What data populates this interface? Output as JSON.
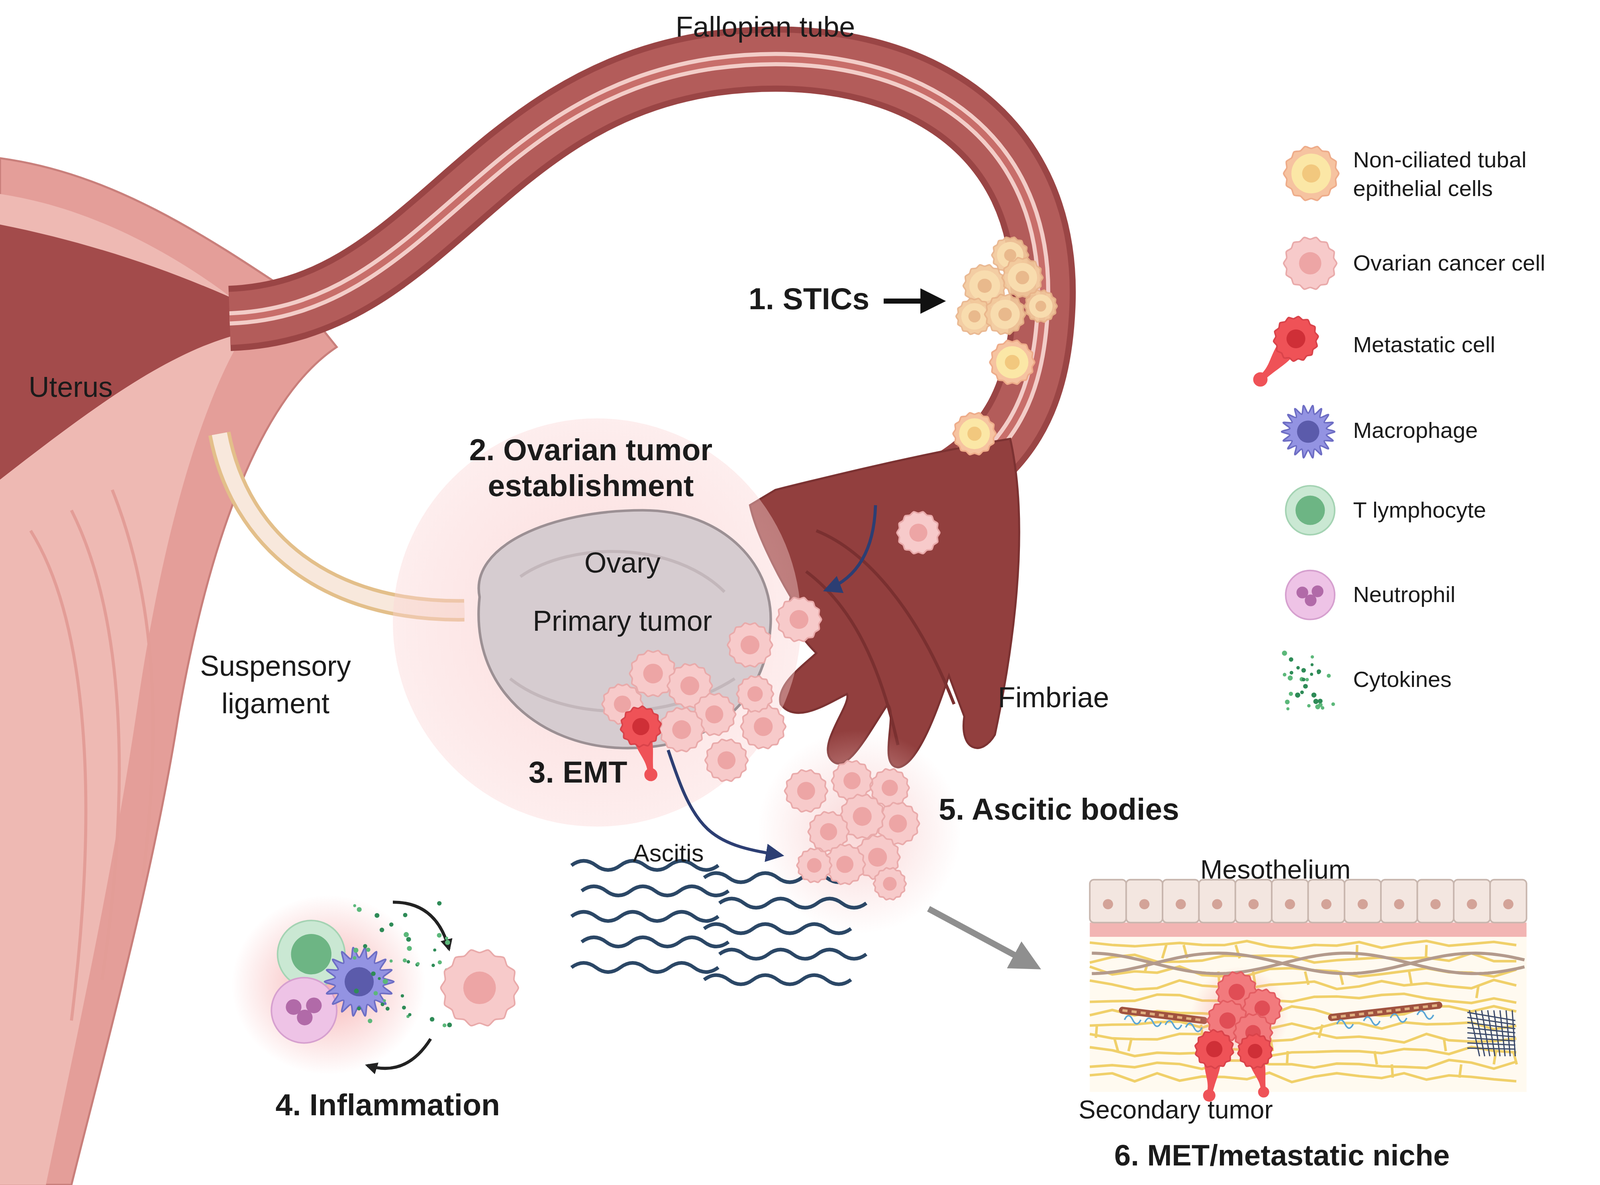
{
  "diagram": {
    "nodes": [
      {
        "text": [
          "2. Ovarian tumor establishment"
        ]
      },
      {
        "text": [
          "Ovary",
          "Primary tumor"
        ],
        "in": 0
      },
      {
        "text": [
          "4. Inflammation"
        ]
      },
      {
        "text": [
          "5. Ascitic bodies"
        ]
      },
      {
        "text": [
          "Mesothelium",
          "Secondary tumor",
          "6. MET/metastatic niche"
        ]
      }
    ],
    "edges": [
      {
        "from": 1,
        "to": 3,
        "arrow": "to"
      },
      {
        "from": 3,
        "to": 4,
        "arrow": "to"
      }
    ],
    "labels": [
      "Fallopian tube",
      "Uterus",
      "1. STICs",
      "Suspensory ligament",
      "3. EMT",
      "Fimbriae",
      "Ascitis"
    ],
    "legend": [
      {
        "text": "Non-ciliated tubal epithelial cells"
      },
      {
        "text": "Ovarian cancer cell"
      },
      {
        "text": "Metastatic cell"
      },
      {
        "text": "Macrophage"
      },
      {
        "text": "T lymphocyte"
      },
      {
        "text": "Neutrophil"
      },
      {
        "text": "Cytokines"
      }
    ]
  }
}
